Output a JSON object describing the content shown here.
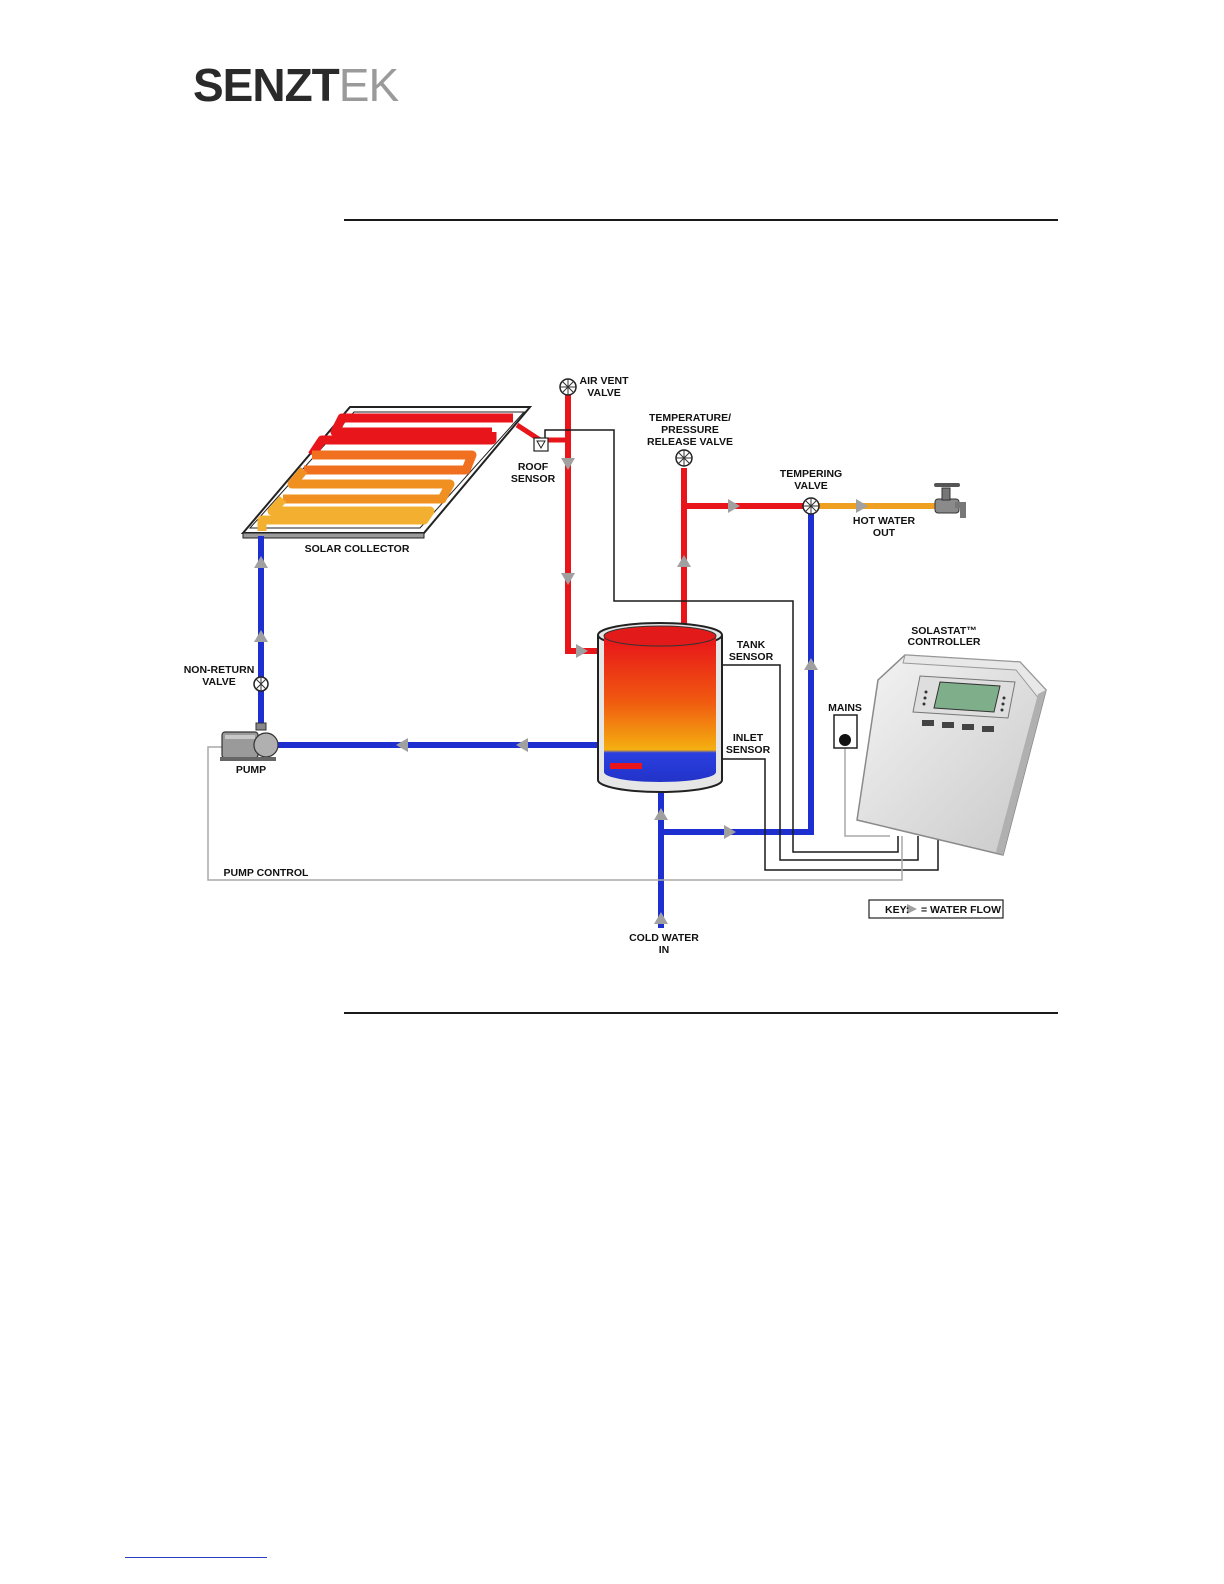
{
  "logo": {
    "dark": "SENZT",
    "light": "EK"
  },
  "diagram": {
    "labels": {
      "air_vent_valve": [
        "AIR VENT",
        "VALVE"
      ],
      "temperature_pressure_valve": [
        "TEMPERATURE/",
        "PRESSURE",
        "RELEASE VALVE"
      ],
      "tempering_valve": [
        "TEMPERING",
        "VALVE"
      ],
      "hot_water_out": [
        "HOT WATER",
        "OUT"
      ],
      "roof_sensor": [
        "ROOF",
        "SENSOR"
      ],
      "solar_collector": "SOLAR COLLECTOR",
      "solastat_controller": [
        "SOLASTAT™",
        "CONTROLLER"
      ],
      "tank_sensor": [
        "TANK",
        "SENSOR"
      ],
      "inlet_sensor": [
        "INLET",
        "SENSOR"
      ],
      "mains": "MAINS",
      "non_return_valve": [
        "NON-RETURN",
        "VALVE"
      ],
      "pump": "PUMP",
      "pump_control": "PUMP CONTROL",
      "cold_water_in": [
        "COLD WATER",
        "IN"
      ],
      "key_prefix": "KEY:",
      "key_suffix": "= WATER FLOW"
    },
    "colors": {
      "hot_pipe": "#e8151b",
      "cold_pipe": "#1e2fcf",
      "mixed_pipe": "#f0a020",
      "flow_arrow": "#a0a0a0",
      "wire": "#1a1a1a"
    }
  }
}
